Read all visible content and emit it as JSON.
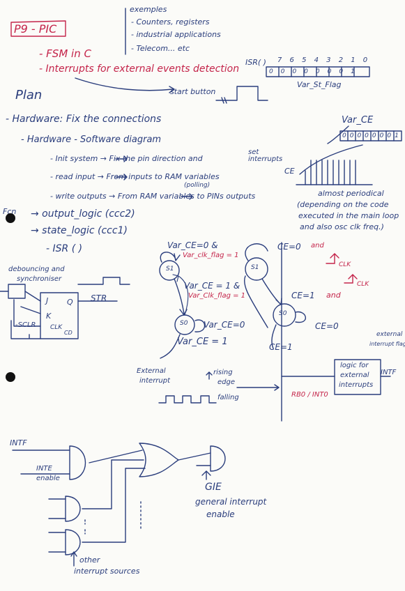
{
  "header": {
    "code": "P9 - PIC",
    "topic1": "- FSM in C",
    "topic2": "- Interrupts for external events detection"
  },
  "examples": {
    "title": "exemples",
    "items": [
      "- Counters, registers",
      "- industrial applications",
      "- Telecom... etc"
    ]
  },
  "isr_register": {
    "label": "ISR( )",
    "bits_header": "7 6 5 4 3 2 1 0",
    "cells": [
      "0",
      "0",
      "0",
      "0",
      "0",
      "0",
      "0",
      "1"
    ],
    "caption": "Var_St_Flag",
    "start_button": "start button"
  },
  "plan": {
    "title": "Plan",
    "hardware": "- Hardware: Fix the connections",
    "hw_sw": "- Hardware - Software diagram",
    "steps": [
      "- Init system  → Fix the pin direction and",
      "- read input  → From inputs to RAM variables",
      "- write outputs → From RAM variables to PINs outputs"
    ],
    "set_interrupts": "set interrupts",
    "polling": "(polling)"
  },
  "ce": {
    "var_label": "Var_CE",
    "cells": [
      "0",
      "0",
      "0",
      "0",
      "0",
      "0",
      "0",
      "1"
    ],
    "axis_label": "CE",
    "note": [
      "almost periodical",
      "(depending on the code",
      "executed in the main loop",
      "and also osc clk freq.)"
    ]
  },
  "functions": {
    "prefix": "Fcn",
    "items": [
      "→ output_logic (ccc2)",
      "→ state_logic (ccc1)",
      "- ISR ( )"
    ]
  },
  "fsm_left": {
    "cond_top": "Var_CE=0 &",
    "flag_top": "Var_clk_flag = 1",
    "cond_mid": "Var_CE = 1 &",
    "flag_mid": "Var_Clk_flag = 1",
    "state_a": "S1",
    "state_b": "S0",
    "self_loop": "Var_CE=0",
    "cond_bottom": "Var_CE = 1"
  },
  "fsm_right": {
    "state_top": "S1",
    "state_bottom": "S0",
    "ce0_top": "CE=0",
    "and_top": "and",
    "clk_top": "CLK",
    "ce1": "CE=1",
    "and_mid": "and",
    "clk_mid": "CLK",
    "ce0_right": "CE=0",
    "ce1_bottom": "CE=1"
  },
  "jk": {
    "debounce": "debouncing and",
    "sync": "synchroniser",
    "j": "J",
    "k": "K",
    "q": "Q",
    "clk": "CLK",
    "cd": "CD",
    "str": "STR",
    "sclr": "-SCLR"
  },
  "ext_interrupt": {
    "label1": "External",
    "label2": "interrupt",
    "rising": "rising",
    "edge": "edge",
    "falling": "falling",
    "pin": "RB0 / INT0",
    "logic": [
      "logic for",
      "external",
      "interrupts"
    ],
    "flag1": "external",
    "flag2": "interrupt flag",
    "intf": "INTF"
  },
  "gates": {
    "intf": "INTF",
    "inte1": "INTE",
    "inte2": "enable",
    "gie": "GIE",
    "gie_desc1": "general interrupt",
    "gie_desc2": "enable",
    "other1": "other",
    "other2": "interrupt sources"
  }
}
